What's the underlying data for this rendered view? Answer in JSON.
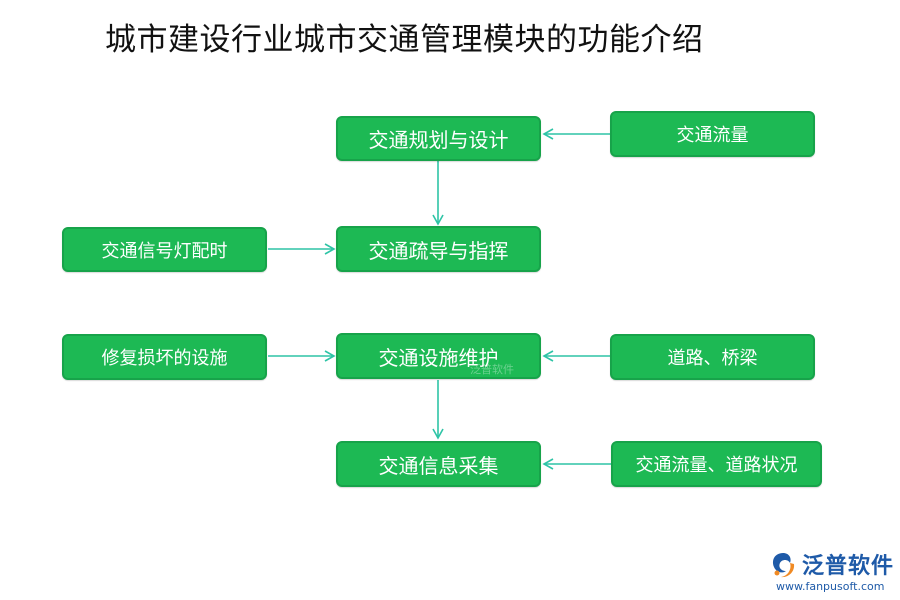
{
  "title": "城市建设行业城市交通管理模块的功能介绍",
  "colors": {
    "node_fill": "#1db954",
    "node_border": "#17a34a",
    "arrow": "#2ec4a6",
    "brand": "#1e5aa8"
  },
  "nodes": {
    "planning": "交通规划与设计",
    "flow": "交通流量",
    "guidance": "交通疏导与指挥",
    "signal": "交通信号灯配时",
    "repair": "修复损坏的设施",
    "maintenance": "交通设施维护",
    "roads": "道路、桥梁",
    "collection": "交通信息采集",
    "flow_status": "交通流量、道路状况"
  },
  "edges": [
    {
      "from": "flow",
      "to": "planning"
    },
    {
      "from": "planning",
      "to": "guidance"
    },
    {
      "from": "signal",
      "to": "guidance"
    },
    {
      "from": "repair",
      "to": "maintenance"
    },
    {
      "from": "roads",
      "to": "maintenance"
    },
    {
      "from": "maintenance",
      "to": "collection"
    },
    {
      "from": "flow_status",
      "to": "collection"
    }
  ],
  "watermark": "泛普软件",
  "logo": {
    "name": "泛普软件",
    "url": "www.fanpusoft.com",
    "icon": "fanpu-swirl-icon"
  }
}
